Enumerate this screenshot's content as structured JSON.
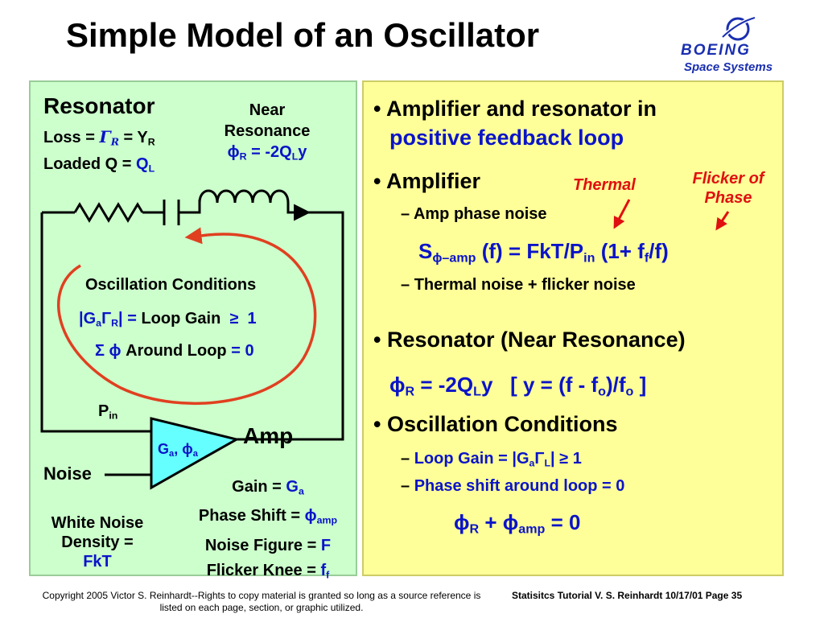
{
  "title": "Simple Model of an Oscillator",
  "logo": {
    "brand": "BOEING",
    "subtitle": "Space Systems"
  },
  "left": {
    "resonator_heading": "Resonator",
    "loss_label": "Loss = ",
    "loaded_q_label": "Loaded Q = ",
    "near_resonance": [
      "Near",
      "Resonance"
    ],
    "osc_conditions_heading": "Oscillation Conditions",
    "loop_gain_text": "Loop Gain",
    "around_loop_text": "Around Loop",
    "eq_zero": "= 0",
    "amp_label": "Amp",
    "pin_label": "P",
    "pin_sub": "in",
    "noise_label": "Noise",
    "white_noise": [
      "White Noise",
      "Density ="
    ],
    "fkt": "FkT",
    "gain_label": "Gain = ",
    "phase_shift_label": "Phase Shift = ",
    "noise_figure_label": "Noise Figure = ",
    "noise_figure_value": "F",
    "flicker_knee_label": "Flicker Knee = "
  },
  "right": {
    "b1_line1": "Amplifier and resonator in",
    "b1_line2": "positive feedback loop",
    "b2": "Amplifier",
    "thermal_label": "Thermal",
    "flicker_label": [
      "Flicker of",
      "Phase"
    ],
    "amp_phase_noise": "Amp phase noise",
    "thermal_flicker": "Thermal noise + flicker noise",
    "b3": "Resonator (Near Resonance)",
    "b4": "Oscillation Conditions",
    "loop_gain_line": "Loop Gain = ",
    "phase_shift_line": "Phase shift around loop = 0"
  },
  "footer": {
    "copyright": "Copyright 2005 Victor S. Reinhardt--Rights to copy material is granted so long as a source reference is listed on each page, section, or graphic utilized.",
    "page_info": "Statisitcs Tutorial V. S. Reinhardt 10/17/01 Page 35"
  },
  "colors": {
    "left_bg": "#ccffcc",
    "right_bg": "#ffff99",
    "amp_fill": "#66ffff",
    "accent_blue": "#0a14c8",
    "accent_red": "#e01010"
  }
}
